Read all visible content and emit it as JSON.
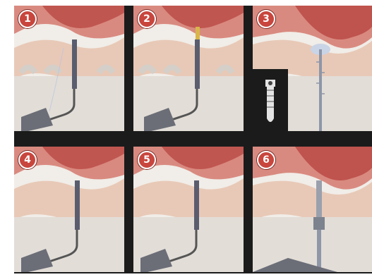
{
  "steps": [
    {
      "number": "1",
      "tool": "handpiece-drill",
      "bone": "pink"
    },
    {
      "number": "2",
      "tool": "handpiece-drill-marked",
      "bone": "pink"
    },
    {
      "number": "3",
      "tool": "osteotome",
      "bone": "pink"
    },
    {
      "number": "4",
      "tool": "handpiece-drill",
      "bone": "pink"
    },
    {
      "number": "5",
      "tool": "handpiece-drill",
      "bone": "pink"
    },
    {
      "number": "6",
      "tool": "implant-driver",
      "bone": "pink"
    }
  ],
  "colors": {
    "gum": "#d98a80",
    "gum_dark": "#b5403c",
    "bone": "#e8c9b7",
    "background": "#1b1b1b",
    "badge": "#c8463d"
  }
}
